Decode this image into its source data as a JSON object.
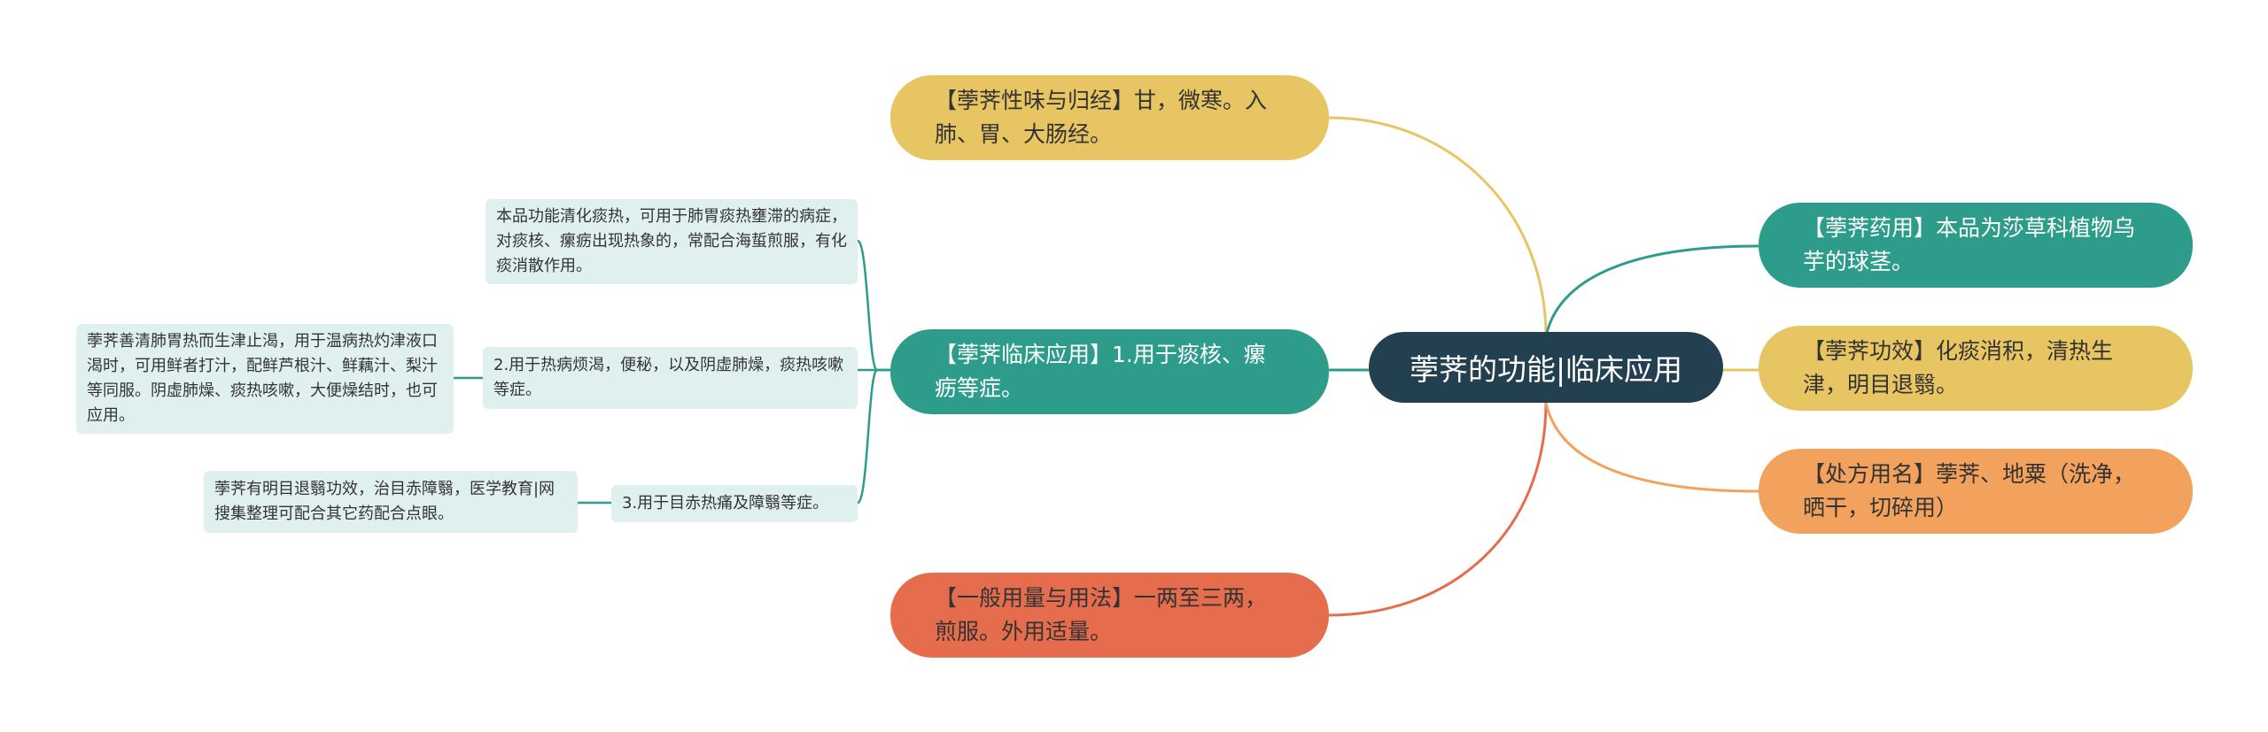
{
  "title": "荸荠的功能|临床应用",
  "branches": {
    "taste": "【荸荠性味与归经】甘，微寒。入肺、胃、大肠经。",
    "source": "【荸荠药用】本品为莎草科植物乌芋的球茎。",
    "effect": "【荸荠功效】化痰消积，清热生津，明目退翳。",
    "prescription": "【处方用名】荸荠、地粟（洗净，晒干，切碎用）",
    "clinical": "【荸荠临床应用】1.用于痰核、瘰疬等症。",
    "dosage": "【一般用量与用法】一两至三两，煎服。外用适量。"
  },
  "clinical_details": {
    "item1": "本品功能清化痰热，可用于肺胃痰热壅滞的病症，对痰核、瘰疬出现热象的，常配合海蜇煎服，有化痰消散作用。",
    "item2": "2.用于热病烦渴，便秘，以及阴虚肺燥，痰热咳嗽等症。",
    "item2_sub": "荸荠善清肺胃热而生津止渴，用于温病热灼津液口渴时，可用鲜者打汁，配鲜芦根汁、鲜藕汁、梨汁等同服。阴虚肺燥、痰热咳嗽，大便燥结时，也可应用。",
    "item3": "3.用于目赤热痛及障翳等症。",
    "item3_sub": "荸荠有明目退翳功效，治目赤障翳，医学教育|网搜集整理可配合其它药配合点眼。"
  },
  "colors": {
    "root": "#22404f",
    "yellow": "#e8c563",
    "teal": "#2d9c8a",
    "orange": "#f2a25d",
    "red": "#e56d4e",
    "leaf": "#dff0ee"
  }
}
